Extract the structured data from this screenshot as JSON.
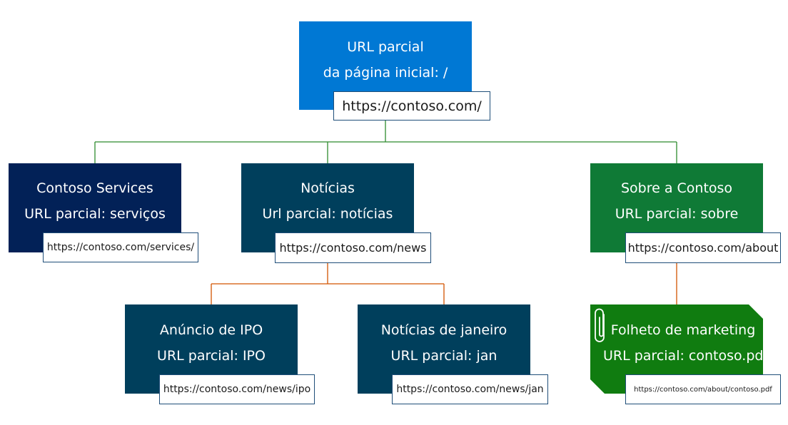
{
  "colors": {
    "home": "#0078d4",
    "navy": "#022157",
    "teal": "#003f5c",
    "green": "#0f7a36",
    "doc_green": "#107c10",
    "line_green": "#2e8b2e",
    "line_orange": "#d35400"
  },
  "home": {
    "line1": "URL parcial",
    "line2": "da página inicial: /",
    "url": "https://contoso.com/"
  },
  "services": {
    "line1": "Contoso Services",
    "line2": "URL parcial: serviços",
    "url": "https://contoso.com/services/"
  },
  "news": {
    "line1": "Notícias",
    "line2": "Url parcial: notícias",
    "url": "https://contoso.com/news"
  },
  "about": {
    "line1": "Sobre a Contoso",
    "line2": "URL parcial: sobre",
    "url": "https://contoso.com/about"
  },
  "ipo": {
    "line1": "Anúncio de IPO",
    "line2": "URL parcial: IPO",
    "url": "https://contoso.com/news/ipo"
  },
  "jan": {
    "line1": "Notícias de janeiro",
    "line2": "URL parcial: jan",
    "url": "https://contoso.com/news/jan"
  },
  "brochure": {
    "icon": "paperclip-icon",
    "line1": "Folheto de marketing",
    "line2": "URL parcial: contoso.pdf",
    "url": "https://contoso.com/about/contoso.pdf"
  }
}
